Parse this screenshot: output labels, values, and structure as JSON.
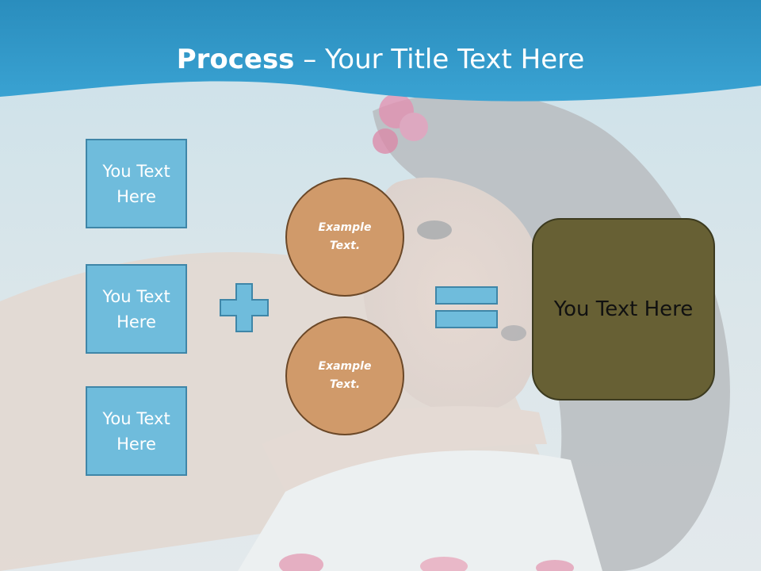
{
  "slide": {
    "title_bold": "Process",
    "title_rest": " – Your Title Text Here",
    "left_boxes": [
      "You Text Here",
      "You Text Here",
      "You Text Here"
    ],
    "circles": [
      "Example Text.",
      "Example Text."
    ],
    "result_text": "You Text Here"
  },
  "colors": {
    "header_band": "#2f95c5",
    "box_fill": "#6fbcdc",
    "box_border": "#3f86a8",
    "circle_fill": "#d09a6a",
    "result_fill": "#676034"
  },
  "icons": {
    "plus": "plus-icon",
    "equals": "equals-icon"
  }
}
